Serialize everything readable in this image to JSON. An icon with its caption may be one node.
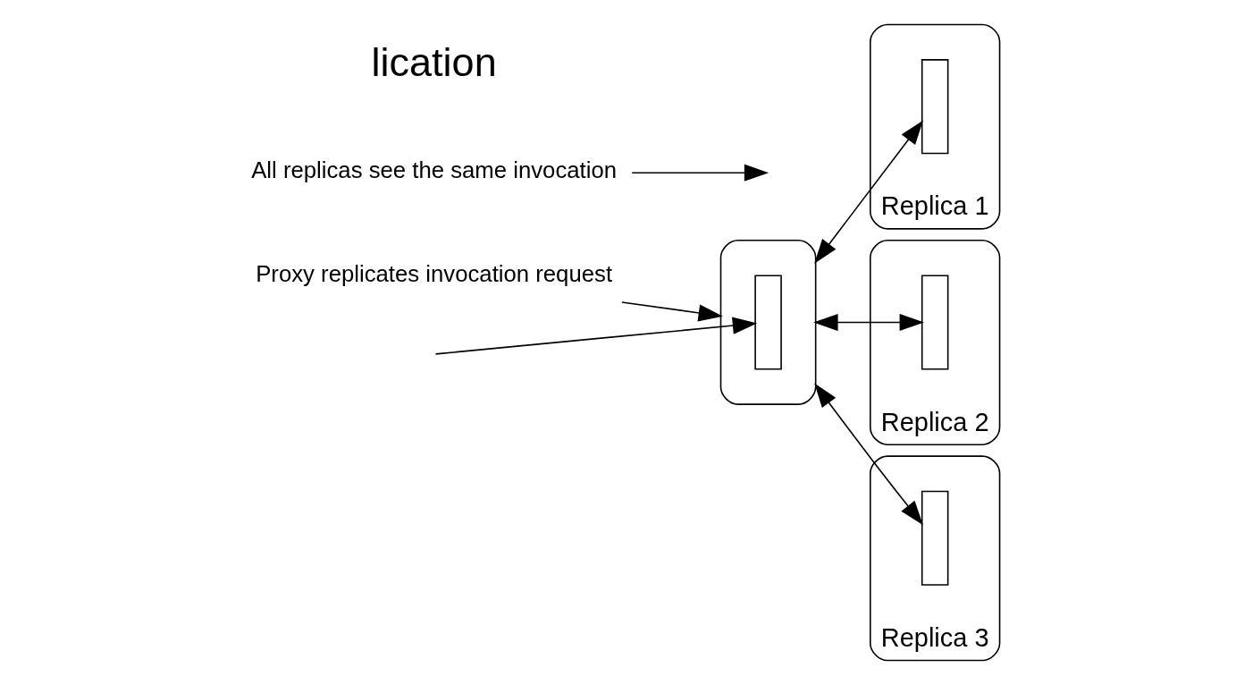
{
  "diagram": {
    "nodes": [
      {
        "text": [
          "Proxy replicates invocation request"
        ]
      },
      {
        "text": [],
        "shape": "box"
      },
      {
        "text": [],
        "shape": "bar",
        "in": 1
      },
      {
        "text": [],
        "shape": "box",
        "beside": [
          "Replica 1"
        ]
      },
      {
        "text": [],
        "shape": "bar",
        "in": 3
      },
      {
        "text": [],
        "shape": "box",
        "beside": [
          "Replica 2"
        ]
      },
      {
        "text": [],
        "shape": "bar",
        "in": 5
      },
      {
        "text": [],
        "shape": "box",
        "beside": [
          "Replica 3"
        ]
      },
      {
        "text": [],
        "shape": "bar",
        "in": 7
      },
      {
        "text": [
          "All replicas see the same invocation"
        ]
      }
    ],
    "edges": [
      {
        "from": null,
        "to": 2,
        "arrow": "to"
      },
      {
        "from": 0,
        "to": 1,
        "arrow": "to"
      },
      {
        "from": 1,
        "to": 4,
        "arrow": "both"
      },
      {
        "from": 1,
        "to": 6,
        "arrow": "both"
      },
      {
        "from": 1,
        "to": 8,
        "arrow": "both"
      },
      {
        "from": 9,
        "to": null,
        "arrow": "to"
      }
    ],
    "labels": [
      "lication"
    ]
  }
}
